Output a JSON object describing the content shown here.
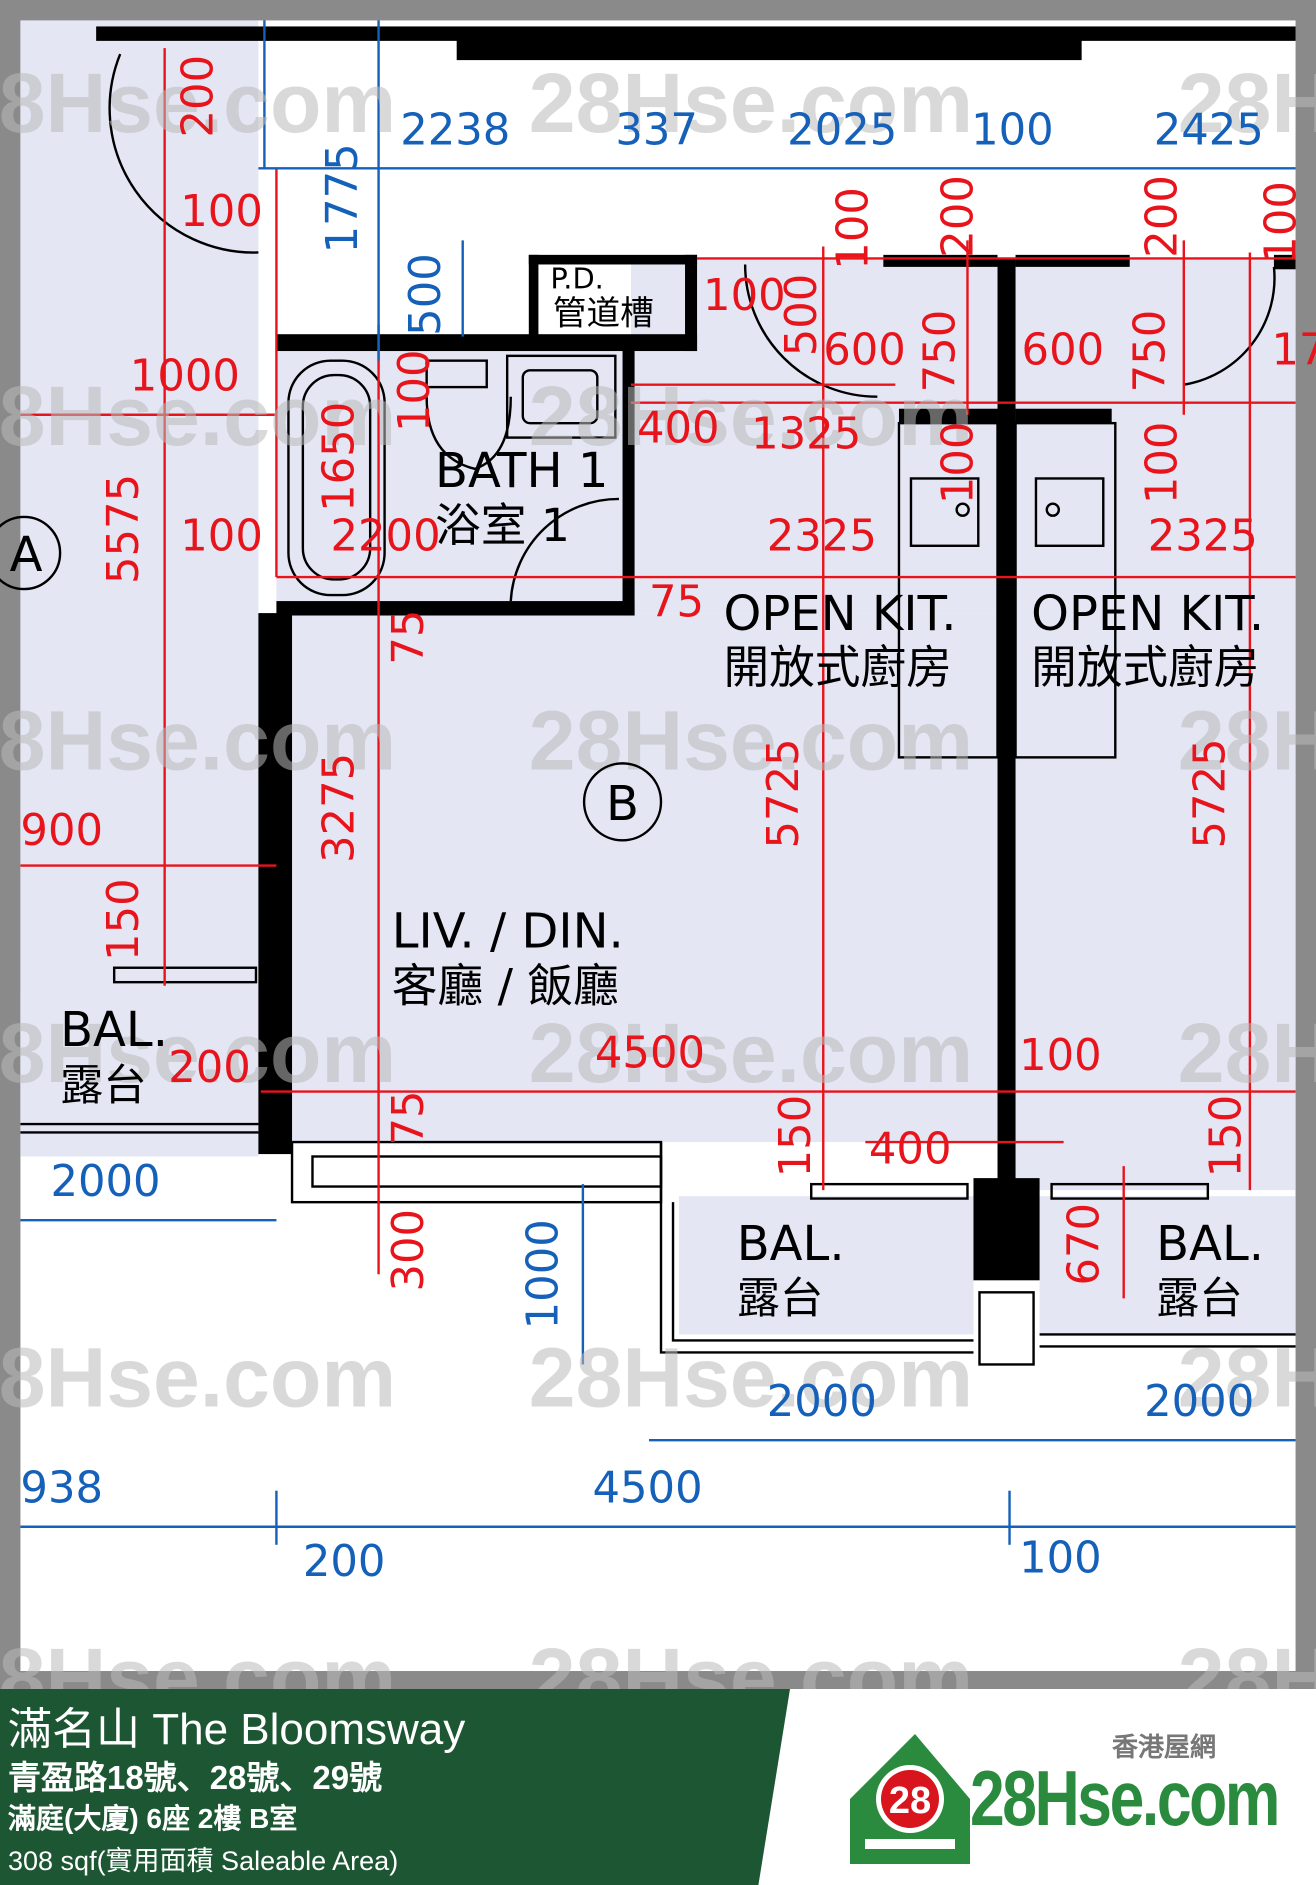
{
  "plan": {
    "unit_marker_a": "A",
    "unit_marker_b": "B",
    "rooms": {
      "pd_en": "P.D.",
      "pd_cn": "管道槽",
      "bath_en": "BATH 1",
      "bath_cn": "浴室 1",
      "kit1_en": "OPEN KIT.",
      "kit1_cn": "開放式廚房",
      "kit2_en": "OPEN KIT.",
      "kit2_cn": "開放式廚房",
      "liv_en": "LIV. / DIN.",
      "liv_cn": "客廳 / 飯廳",
      "bal1_en": "BAL.",
      "bal1_cn": "露台",
      "bal2_en": "BAL.",
      "bal2_cn": "露台",
      "bal3_en": "BAL.",
      "bal3_cn": "露台"
    },
    "red_dims": [
      "200",
      "100",
      "1000",
      "5575",
      "100",
      "900",
      "150",
      "200",
      "1650",
      "2200",
      "100",
      "75",
      "3275",
      "75",
      "300",
      "100",
      "500",
      "100",
      "600",
      "750",
      "200",
      "600",
      "750",
      "200",
      "100",
      "17",
      "400",
      "1325",
      "100",
      "100",
      "2325",
      "2325",
      "75",
      "5725",
      "5725",
      "4500",
      "100",
      "150",
      "400",
      "150",
      "670"
    ],
    "blue_dims": [
      "2238",
      "337",
      "2025",
      "100",
      "2425",
      "1775",
      "500",
      "2000",
      "1000",
      "2000",
      "2000",
      "938",
      "4500",
      "200",
      "100"
    ],
    "watermark": "28Hse.com",
    "colors": {
      "red": "#e8141c",
      "blue": "#1560b8",
      "fill": "#e4e6f4",
      "wall": "#000000"
    }
  },
  "footer": {
    "title": "滿名山 The Bloomsway",
    "address": "青盈路18號、28號、29號",
    "unit": "滿庭(大廈) 6座 2樓 B室",
    "area": "308 sqf(實用面積 Saleable Area)",
    "logo_cn": "香港屋網",
    "logo_text": "28Hse.com",
    "logo_badge": "28"
  }
}
